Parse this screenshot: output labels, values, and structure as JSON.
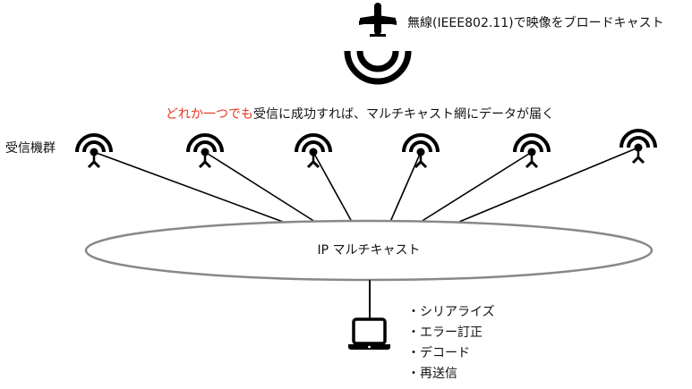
{
  "broadcast": {
    "label": "無線(IEEE802.11)で映像をブロードキャスト",
    "icon": "airplane-icon",
    "wave_icon": "broadcast-waves-icon"
  },
  "caption": {
    "highlight": "どれか一つでも",
    "rest": "受信に成功すれば、マルチキャスト網にデータが届く",
    "highlight_color": "#e8341c"
  },
  "receivers": {
    "label": "受信機群",
    "count": 6,
    "icon": "antenna-icon"
  },
  "network": {
    "label": "IP マルチキャスト",
    "stroke_color": "#888888"
  },
  "client": {
    "icon": "laptop-icon",
    "tasks": [
      "シリアライズ",
      "エラー訂正",
      "デコード",
      "再送信"
    ]
  }
}
